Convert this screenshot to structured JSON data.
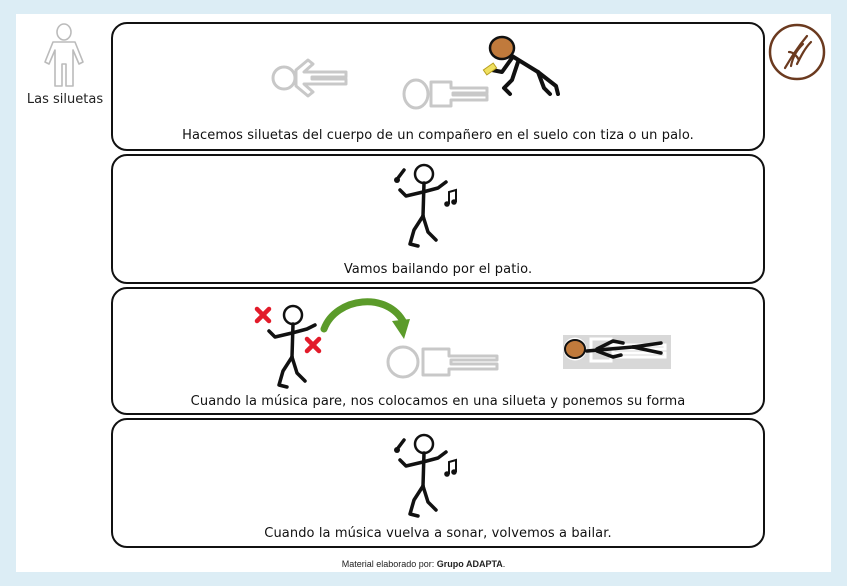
{
  "header": {
    "title_icon": "outline-person-icon",
    "title": "Las siluetas",
    "logo": "adapta-logo-icon"
  },
  "steps": [
    {
      "caption": "Hacemos siluetas del cuerpo de un compañero en el suelo con tiza o un palo.",
      "icons": [
        "silhouette-outline-icon",
        "silhouette-outline-icon",
        "person-drawing-with-chalk-icon"
      ]
    },
    {
      "caption": "Vamos bailando por el patio.",
      "icons": [
        "dancing-person-with-music-icon"
      ]
    },
    {
      "caption": "Cuando la música pare, nos colocamos en una silueta y ponemos su forma",
      "icons": [
        "music-stops-icon",
        "green-arrow-icon",
        "silhouette-outline-icon",
        "person-lying-in-silhouette-icon"
      ]
    },
    {
      "caption": "Cuando la música vuelva a sonar, volvemos a bailar.",
      "icons": [
        "dancing-person-with-music-icon"
      ]
    }
  ],
  "footer": {
    "prefix": "Material elaborado por:",
    "author": "Grupo  ADAPTA",
    "suffix": "."
  }
}
